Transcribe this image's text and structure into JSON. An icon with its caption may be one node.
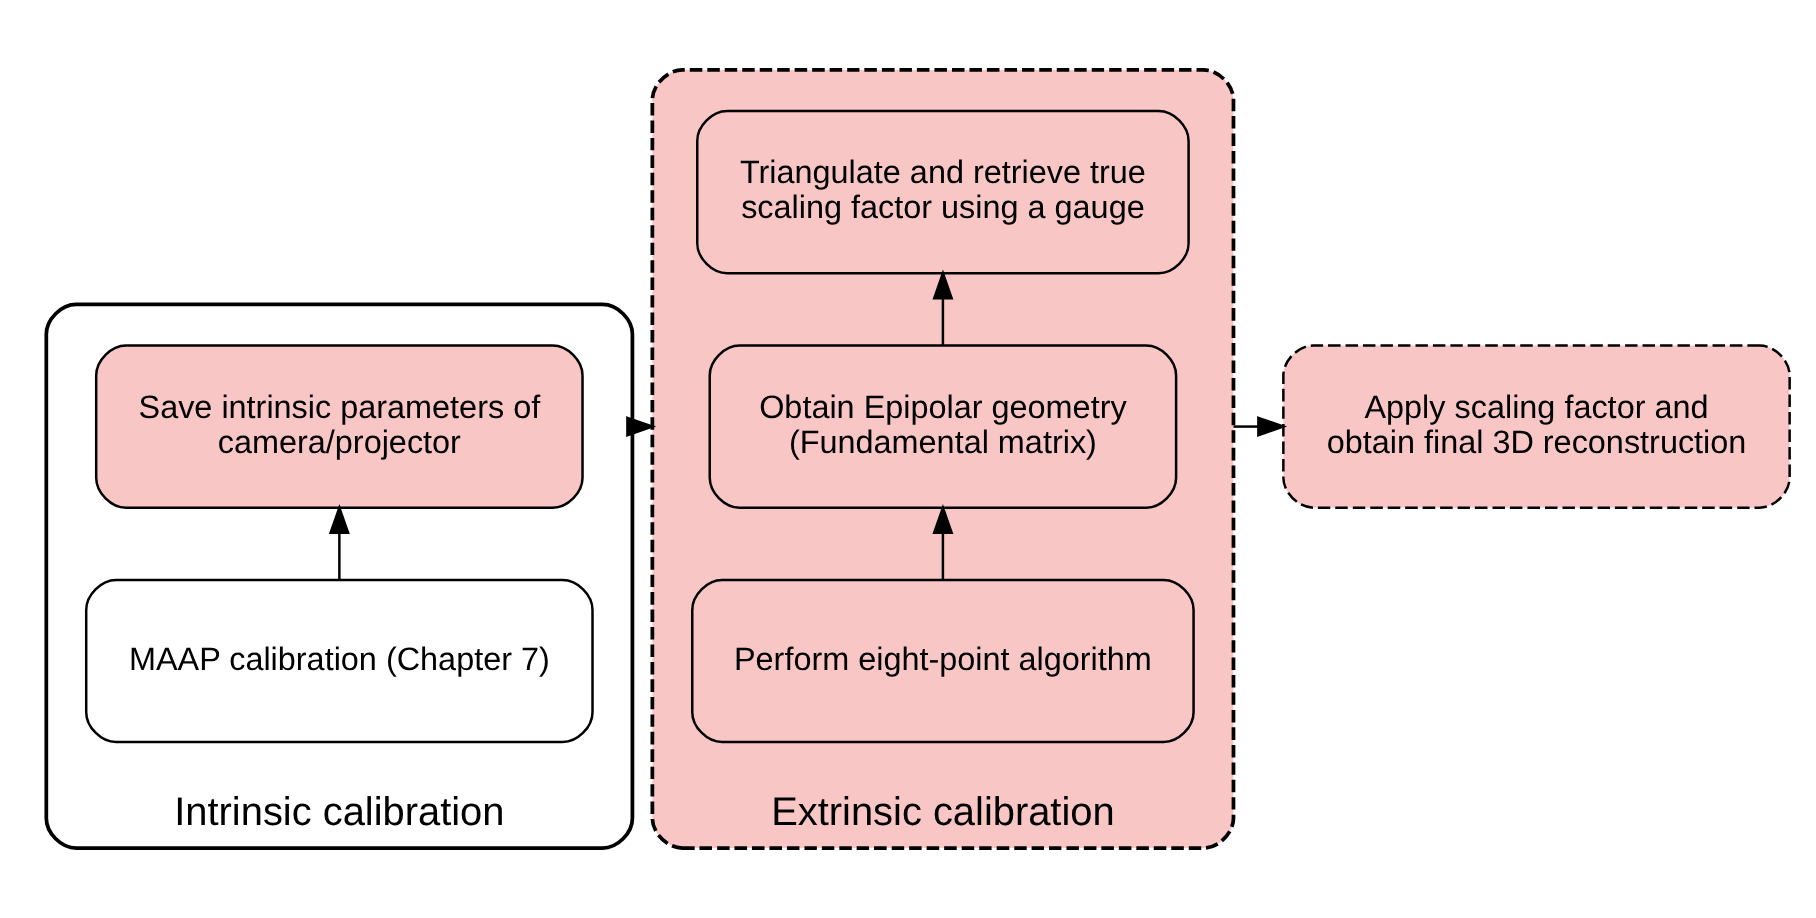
{
  "diagram": {
    "nodes": [
      {
        "text": [
          "Intrinsic calibration"
        ]
      },
      {
        "text": [
          "MAAP calibration (Chapter 7)"
        ],
        "in": 0
      },
      {
        "text": [
          "Save intrinsic parameters of camera/projector"
        ],
        "in": 0
      },
      {
        "text": [
          "Extrinsic calibration"
        ]
      },
      {
        "text": [
          "Perform eight-point algorithm"
        ],
        "in": 3
      },
      {
        "text": [
          "Obtain Epipolar geometry (Fundamental matrix)"
        ],
        "in": 3
      },
      {
        "text": [
          "Triangulate and retrieve true scaling factor using a gauge"
        ],
        "in": 3
      },
      {
        "text": [
          "Apply scaling factor and obtain final 3D reconstruction"
        ]
      }
    ],
    "edges": [
      {
        "from": 1,
        "to": 2,
        "arrow": "to"
      },
      {
        "from": 0,
        "to": 3,
        "arrow": "to"
      },
      {
        "from": 4,
        "to": 5,
        "arrow": "to"
      },
      {
        "from": 5,
        "to": 6,
        "arrow": "to"
      },
      {
        "from": 3,
        "to": 7,
        "arrow": "to"
      }
    ]
  }
}
